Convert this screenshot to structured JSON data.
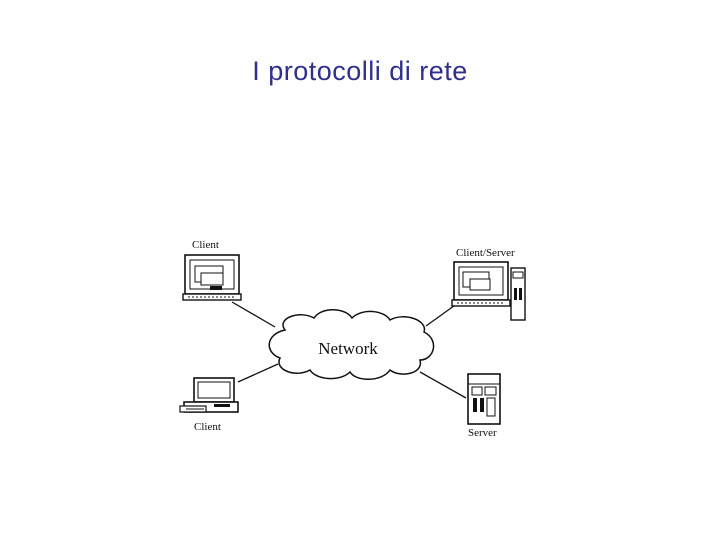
{
  "slide": {
    "title": "I protocolli di rete"
  },
  "diagram": {
    "network_label": "Network",
    "nodes": {
      "client_top": "Client",
      "client_server": "Client/Server",
      "client_bottom": "Client",
      "server": "Server"
    }
  },
  "colors": {
    "title": "#2f2f8f",
    "line": "#111111"
  }
}
